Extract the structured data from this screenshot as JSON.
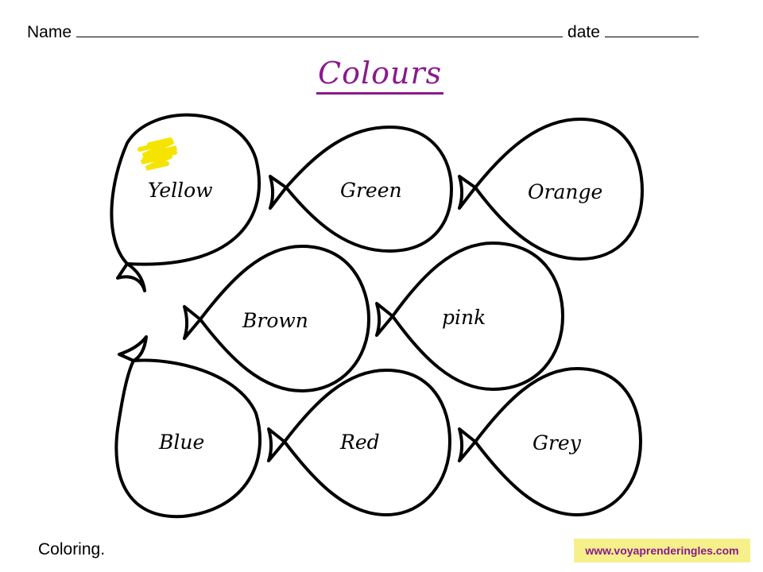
{
  "header": {
    "name_label": "Name",
    "date_label": "date"
  },
  "title": "Colours",
  "balloons": [
    {
      "label": "Yellow"
    },
    {
      "label": "Green"
    },
    {
      "label": "Orange"
    },
    {
      "label": "Brown"
    },
    {
      "label": "pink"
    },
    {
      "label": "Blue"
    },
    {
      "label": "Red"
    },
    {
      "label": "Grey"
    }
  ],
  "scribble_color": "#f5e400",
  "accent_color": "#8a1a8c",
  "footer": {
    "caption": "Coloring.",
    "website": "www.voyaprenderingles.com"
  }
}
